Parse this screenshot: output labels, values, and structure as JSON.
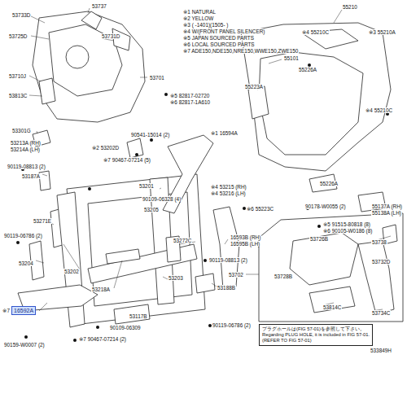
{
  "diagram": {
    "nodes": [
      {
        "text": [
          "プラグホールは(FIG 57-01)を参照して下さい。",
          "Regarding PLUG HOLE, it is included in FIG 57-01.",
          "(REFER TO FIG 57-01)"
        ]
      }
    ],
    "labels": [
      "53733D",
      "53737",
      "53731D",
      "53725D",
      "※1 NATURAL",
      "※2 YELLOW",
      "※3 (    -1401)(1505-    )",
      "※4 W/(FRONT PANEL SILENCER)",
      "※5 JAPAN SOURCED PARTS",
      "※6 LOCAL SOURCED PARTS",
      "※7 ADE150,NDE150,NRE150,WWE150,ZWE150",
      "53701",
      "53710J",
      "※5 82817-02720",
      "※6 82817-1A610",
      "53813C",
      "55210",
      "※4 55210C",
      "※3 55210A",
      "55101",
      "55226A",
      "55223A",
      "※4 55210C",
      "53301G",
      "90541-15014 (2)",
      "※1 16594A",
      "53213A (RH)",
      "53214A (LH)",
      "※2 53202D",
      "※7 90467-07214 (5)",
      "90119-08813 (2)",
      "53187A",
      "53201",
      "90109-06328 (4)",
      "53205",
      "※4 53215 (RH)",
      "※4 53216 (LH)",
      "※6 55223C",
      "55226A",
      "90178-W0055 (2)",
      "55137A (RH)",
      "55138A (LH)",
      "※5 91515-80818 (8)",
      "※6 90105-W0186 (8)",
      "53271E",
      "90119-06786 (2)",
      "16593B (RH)",
      "16595B (LH)",
      "53272C",
      "53726B",
      "53738",
      "53204",
      "53202",
      "90119-08813 (2)",
      "53732D",
      "53702",
      "53203",
      "53728B",
      "53218A",
      "53188B",
      "53814C",
      "53734C",
      "※7",
      "16592A",
      "53117B",
      "90119-06786 (2)",
      "90109-06309",
      "※7 90467-07214 (2)",
      "90159-W0007 (2)",
      "533849H"
    ]
  }
}
